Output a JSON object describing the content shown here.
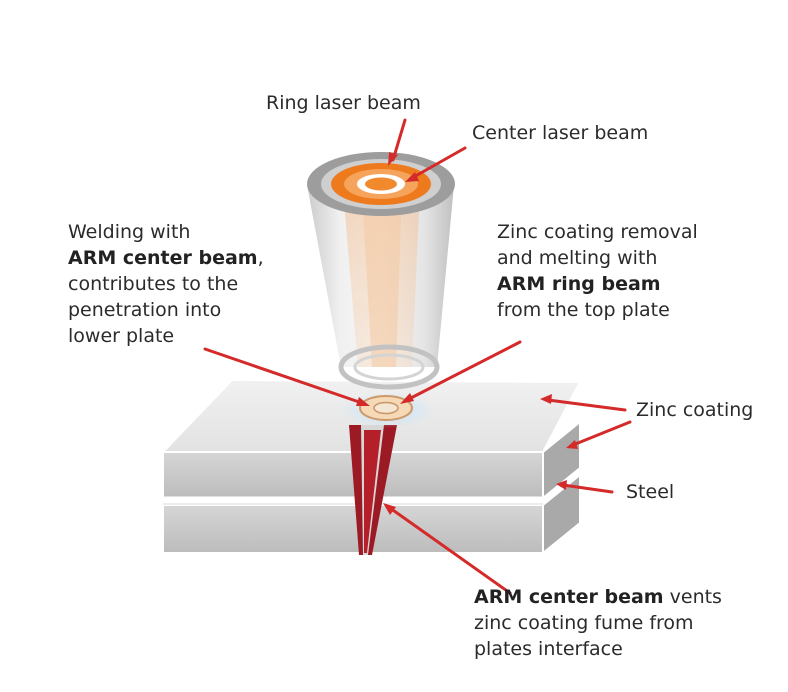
{
  "labels": {
    "ring_laser_beam": "Ring laser beam",
    "center_laser_beam": "Center laser beam",
    "welding": {
      "line1": "Welding with",
      "line2_bold": "ARM center beam",
      "line2_rest": ",",
      "line3": "contributes to the",
      "line4": "penetration into",
      "line5": "lower plate"
    },
    "zinc_removal": {
      "line1": "Zinc coating removal",
      "line2": "and melting with",
      "line3_bold": "ARM ring beam",
      "line4": "from the top plate"
    },
    "zinc_coating": "Zinc coating",
    "steel": "Steel",
    "vents": {
      "line1_bold": "ARM center beam",
      "line1_rest": " vents",
      "line2": "zinc coating fume from",
      "line3": "plates interface"
    }
  },
  "colors": {
    "arrow_red": "#d42a2a",
    "beam_orange": "#f07a1e",
    "weld_red": "#b01e28",
    "plate_gray": "#c9c9c9"
  }
}
